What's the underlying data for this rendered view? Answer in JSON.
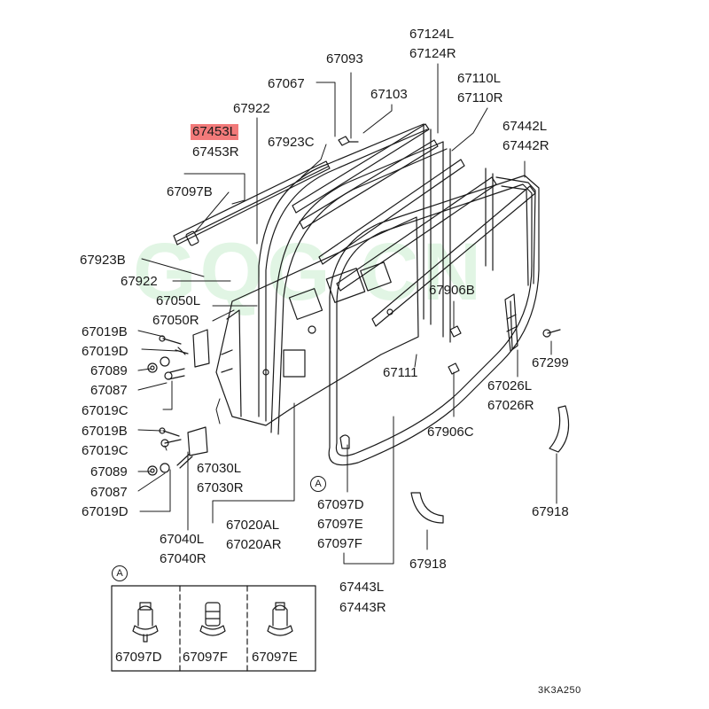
{
  "watermark": "GQG CN",
  "callout_marker": "A",
  "highlight_color": "#f27a7a",
  "part_numbers": {
    "p67124L": "67124L",
    "p67124R": "67124R",
    "p67093": "67093",
    "p67067": "67067",
    "p67110L": "67110L",
    "p67110R": "67110R",
    "p67103": "67103",
    "p67922_top": "67922",
    "p67453L": "67453L",
    "p67453R": "67453R",
    "p67442L": "67442L",
    "p67442R": "67442R",
    "p67923C": "67923C",
    "p67097B": "67097B",
    "p67923B": "67923B",
    "p67922_mid": "67922",
    "p67906B": "67906B",
    "p67050L": "67050L",
    "p67050R": "67050R",
    "p67019B_1": "67019B",
    "p67019D_1": "67019D",
    "p67299": "67299",
    "p67089_1": "67089",
    "p67111": "67111",
    "p67087_1": "67087",
    "p67026L": "67026L",
    "p67026R": "67026R",
    "p67019C_1": "67019C",
    "p67019B_2": "67019B",
    "p67906C": "67906C",
    "p67019C_2": "67019C",
    "p67030L": "67030L",
    "p67030R": "67030R",
    "p67089_2": "67089",
    "p67087_2": "67087",
    "p67097D": "67097D",
    "p67097E": "67097E",
    "p67097F": "67097F",
    "p67019D_2": "67019D",
    "p67918_r": "67918",
    "p67020AL": "67020AL",
    "p67020AR": "67020AR",
    "p67040L": "67040L",
    "p67040R": "67040R",
    "p67918_b": "67918",
    "p67443L": "67443L",
    "p67443R": "67443R",
    "detail_67097D": "67097D",
    "detail_67097F": "67097F",
    "detail_67097E": "67097E"
  },
  "diagram_code": "3K3A250"
}
